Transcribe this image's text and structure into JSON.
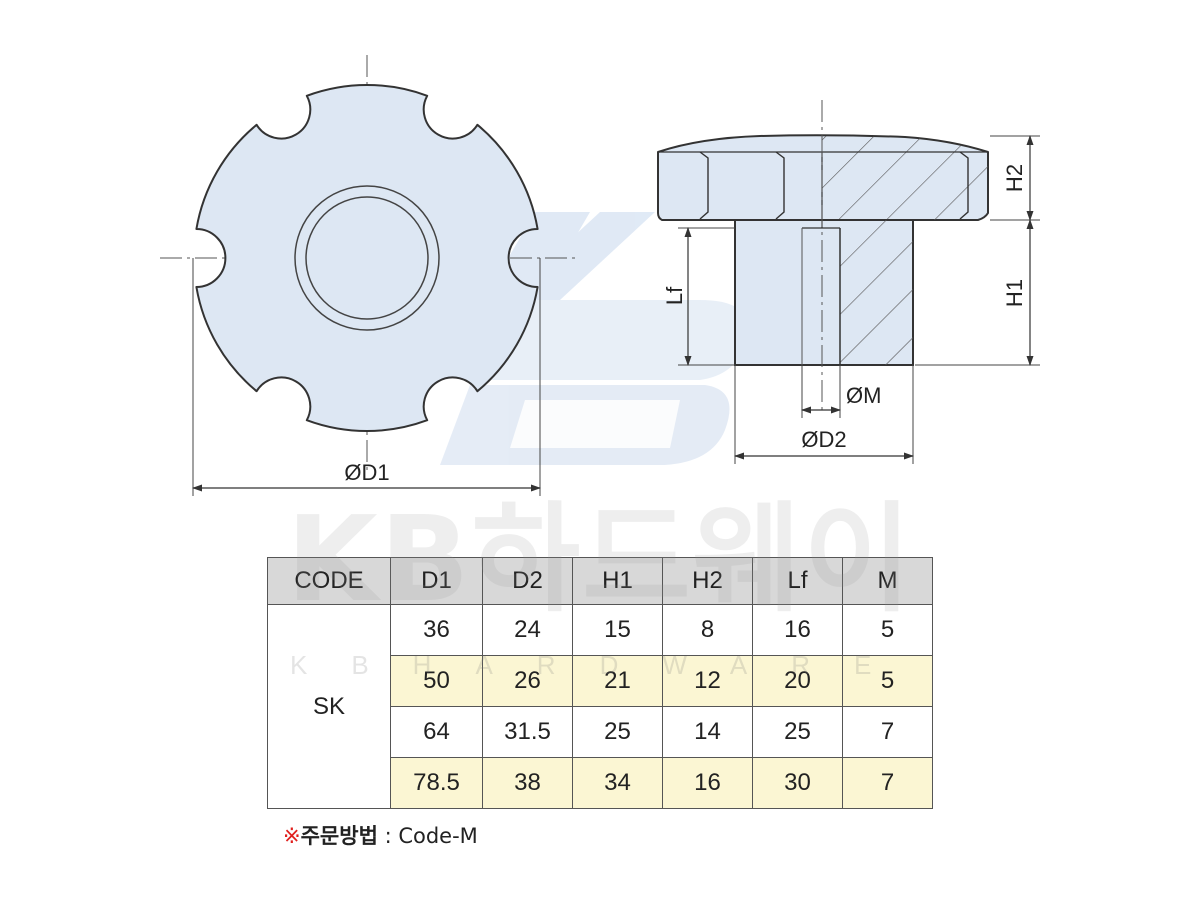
{
  "drawing": {
    "front_view": {
      "dim_label": "ØD1"
    },
    "side_view": {
      "dim_h2": "H2",
      "dim_h1": "H1",
      "dim_lf": "Lf",
      "dim_m": "ØM",
      "dim_d2": "ØD2"
    },
    "colors": {
      "part_fill": "#dde7f3",
      "outline": "#333333",
      "watermark": "#c7d8ee"
    }
  },
  "watermark": {
    "brand": "KB하드웨이",
    "tagline": "KBHARDWARE"
  },
  "table": {
    "headers": [
      "CODE",
      "D1",
      "D2",
      "H1",
      "H2",
      "Lf",
      "M"
    ],
    "code": "SK",
    "rows": [
      [
        "36",
        "24",
        "15",
        "8",
        "16",
        "5"
      ],
      [
        "50",
        "26",
        "21",
        "12",
        "20",
        "5"
      ],
      [
        "64",
        "31.5",
        "25",
        "14",
        "25",
        "7"
      ],
      [
        "78.5",
        "38",
        "34",
        "16",
        "30",
        "7"
      ]
    ],
    "highlight_color": "#fbf6d3",
    "header_color": "#d8d8d8"
  },
  "order_note": {
    "mark": "※",
    "label": "주문방법",
    "separator": " : ",
    "value": "Code-M"
  }
}
